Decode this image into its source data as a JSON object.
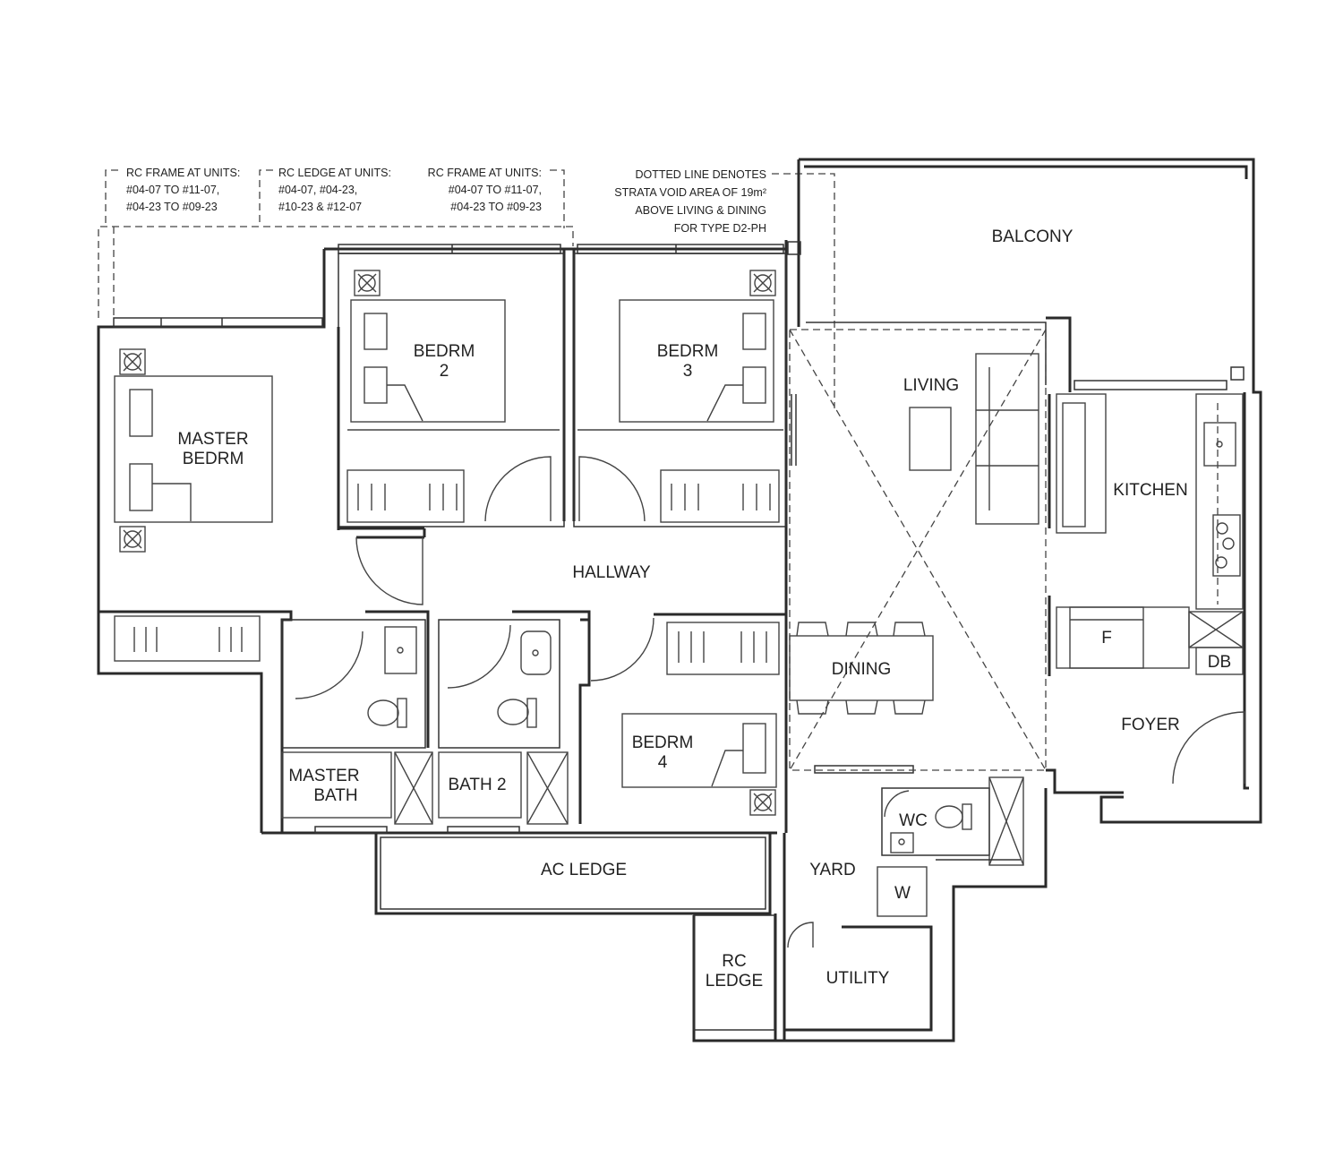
{
  "notes": {
    "rc_frame_left": [
      "RC FRAME AT UNITS:",
      "#04-07 TO #11-07,",
      "#04-23 TO #09-23"
    ],
    "rc_ledge": [
      "RC LEDGE AT UNITS:",
      "#04-07, #04-23,",
      "#10-23 & #12-07"
    ],
    "rc_frame_right": [
      "RC FRAME AT UNITS:",
      "#04-07 TO #11-07,",
      "#04-23 TO #09-23"
    ],
    "strata_void": [
      "DOTTED LINE DENOTES",
      "STRATA VOID AREA OF 19m²",
      "ABOVE LIVING & DINING",
      "FOR TYPE D2-PH"
    ]
  },
  "rooms": {
    "balcony": "BALCONY",
    "living": "LIVING",
    "kitchen": "KITCHEN",
    "bedroom2": [
      "BEDRM",
      "2"
    ],
    "bedroom3": [
      "BEDRM",
      "3"
    ],
    "master_bedroom": [
      "MASTER",
      "BEDRM"
    ],
    "hallway": "HALLWAY",
    "dining": "DINING",
    "bedroom4": [
      "BEDRM",
      "4"
    ],
    "master_bath": [
      "MASTER",
      "BATH"
    ],
    "bath2": "BATH 2",
    "foyer": "FOYER",
    "wc": "WC",
    "yard": "YARD",
    "ac_ledge": "AC LEDGE",
    "rc_ledge": [
      "RC",
      "LEDGE"
    ],
    "utility": "UTILITY"
  },
  "fixtures": {
    "fridge": "F",
    "db": "DB",
    "washer": "W"
  }
}
